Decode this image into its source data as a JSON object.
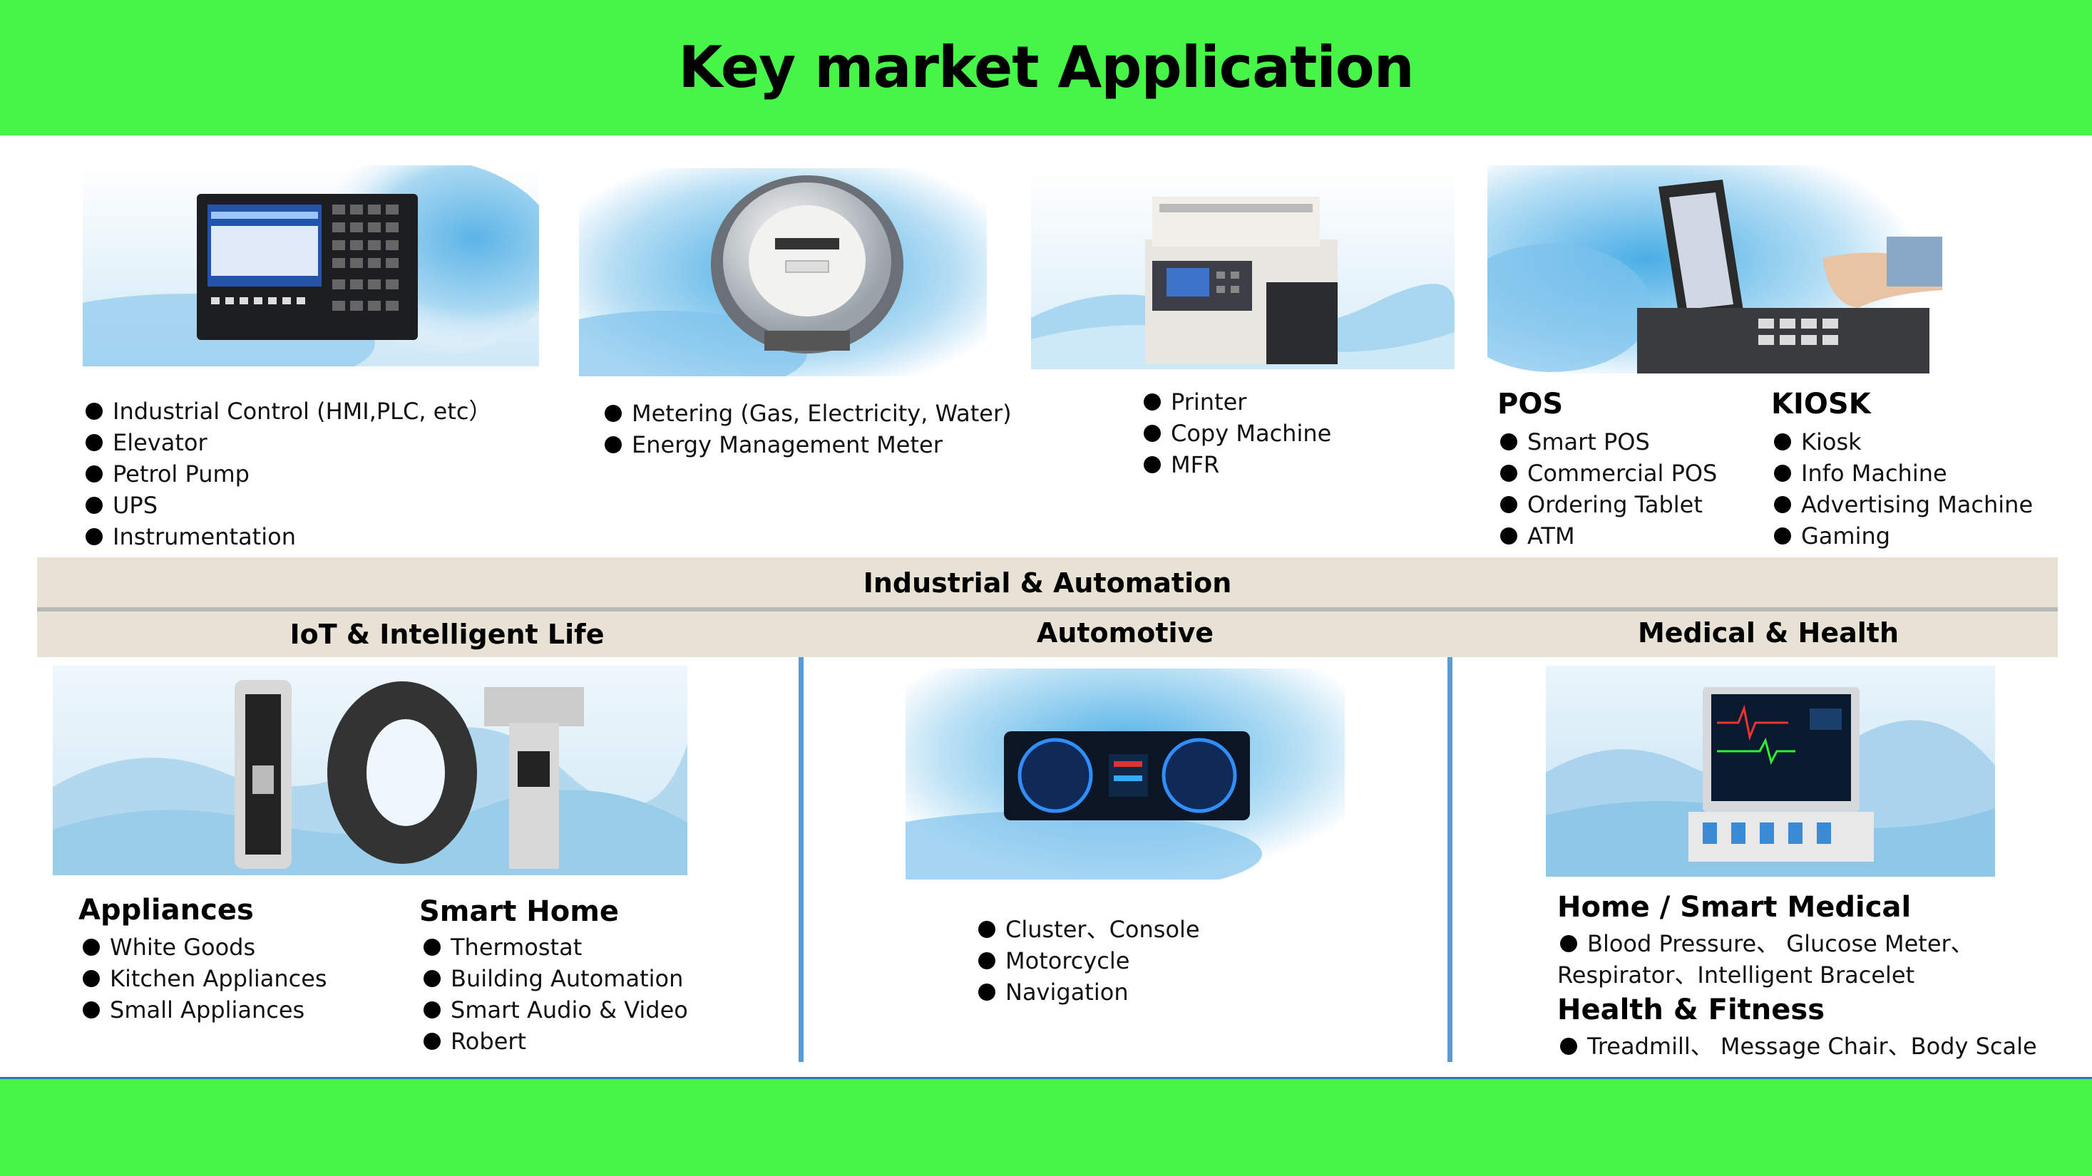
{
  "title": "Key market Application",
  "industrial": {
    "column1": [
      "Industrial Control (HMI,PLC, etc）",
      "Elevator",
      "Petrol Pump",
      "UPS",
      "Instrumentation"
    ],
    "column2": [
      "Metering (Gas, Electricity, Water)",
      "Energy Management Meter"
    ],
    "column3": [
      "Printer",
      "Copy Machine",
      "MFR"
    ],
    "pos": {
      "heading": "POS",
      "items": [
        "Smart POS",
        "Commercial POS",
        "Ordering Tablet",
        "ATM"
      ]
    },
    "kiosk": {
      "heading": "KIOSK",
      "items": [
        "Kiosk",
        "Info Machine",
        "Advertising Machine",
        "Gaming"
      ]
    },
    "bar_label": "Industrial & Automation"
  },
  "iot": {
    "bar_label": "IoT & Intelligent Life",
    "appliances": {
      "heading": "Appliances",
      "items": [
        "White Goods",
        "Kitchen Appliances",
        "Small Appliances"
      ]
    },
    "smart_home": {
      "heading": "Smart Home",
      "items": [
        "Thermostat",
        "Building Automation",
        "Smart Audio & Video",
        "Robert"
      ]
    }
  },
  "automotive": {
    "bar_label": "Automotive",
    "items": [
      "Cluster、Console",
      "Motorcycle",
      "Navigation"
    ]
  },
  "medical": {
    "bar_label": "Medical & Health",
    "home_medical": {
      "heading": "Home / Smart Medical",
      "line1": "Blood Pressure、 Glucose Meter、",
      "line2": "Respirator、Intelligent Bracelet"
    },
    "fitness": {
      "heading": "Health & Fitness",
      "line1": "Treadmill、 Message Chair、Body Scale"
    }
  },
  "colors": {
    "band_green": "#46f547",
    "bar_beige": "#e8e2d4",
    "divider_blue": "#5b9bd5"
  },
  "icons": [
    "hmi-panel-image",
    "electric-meter-image",
    "copy-machine-image",
    "pos-terminal-image",
    "iot-devices-image",
    "dashboard-cluster-image",
    "patient-monitor-image"
  ]
}
